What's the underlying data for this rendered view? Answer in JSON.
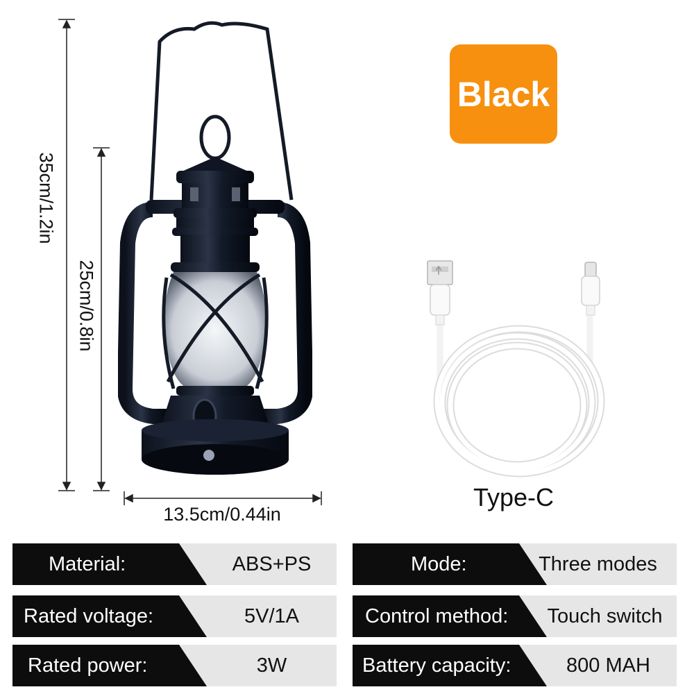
{
  "dimensions": {
    "total_height": "35cm/1.2in",
    "body_height": "25cm/0.8in",
    "width": "13.5cm/0.44in"
  },
  "color_badge": {
    "label": "Black",
    "color": "#f7900e"
  },
  "cable": {
    "label": "Type-C"
  },
  "specs": [
    {
      "label": "Material:",
      "value": "ABS+PS"
    },
    {
      "label": "Mode:",
      "value": "Three modes"
    },
    {
      "label": "Rated voltage:",
      "value": "5V/1A"
    },
    {
      "label": "Control method:",
      "value": "Touch switch"
    },
    {
      "label": "Rated power:",
      "value": "3W"
    },
    {
      "label": "Battery capacity:",
      "value": "800 MAH"
    }
  ]
}
